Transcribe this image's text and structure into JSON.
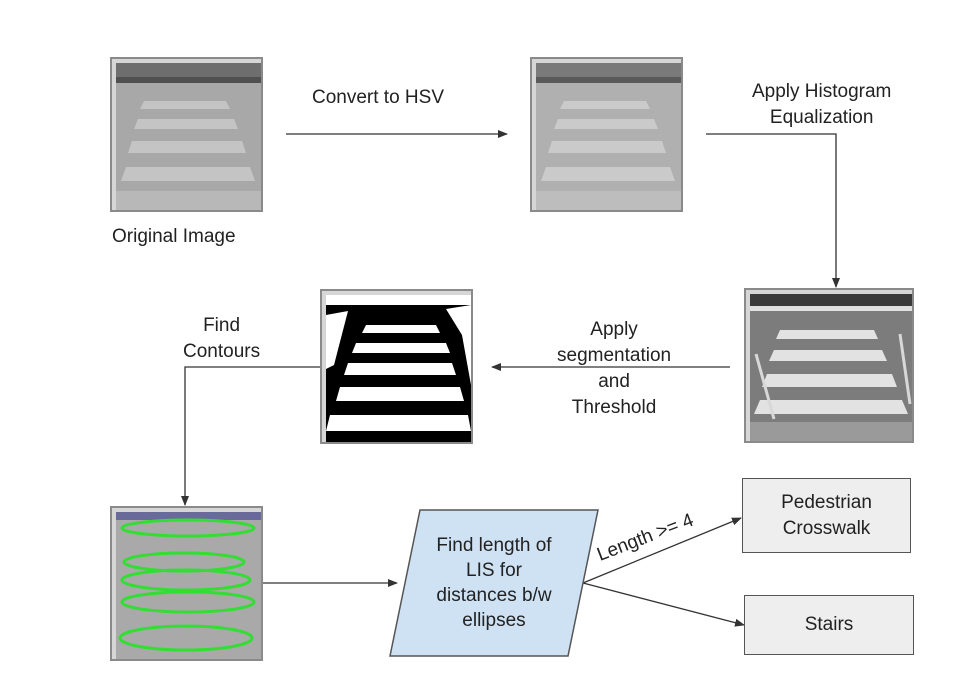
{
  "labels": {
    "original": "Original Image",
    "convert_hsv": "Convert to HSV",
    "hist_line1": "Apply Histogram",
    "hist_line2": "Equalization",
    "seg_line1": "Apply",
    "seg_line2": "segmentation",
    "seg_line3": "and",
    "seg_line4": "Threshold",
    "contours_line1": "Find",
    "contours_line2": "Contours",
    "condition": "Length >= 4"
  },
  "nodes": {
    "lis_line1": "Find length of",
    "lis_line2": "LIS for",
    "lis_line3": "distances b/w",
    "lis_line4": "ellipses",
    "crosswalk_line1": "Pedestrian",
    "crosswalk_line2": "Crosswalk",
    "stairs": "Stairs"
  },
  "colors": {
    "arrow": "#333333",
    "parallelogram_fill": "#cfe2f3",
    "box_fill": "#eeeeee",
    "contour_green": "#33dd33"
  }
}
